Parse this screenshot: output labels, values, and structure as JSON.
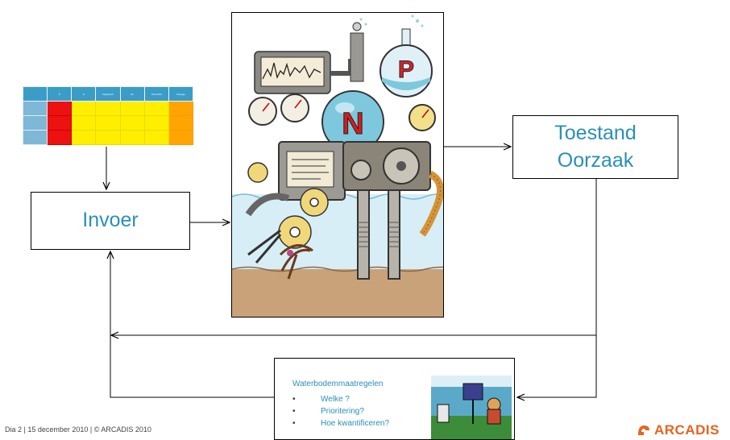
{
  "nodes": {
    "invoer": "Invoer",
    "toestand": "Toestand",
    "oorzaak": "Oorzaak"
  },
  "thumbnail_table": {
    "headers": [
      "",
      "P",
      "N",
      "Organisch",
      "Zn",
      "Doorzicht",
      "Overige"
    ],
    "rows": [
      [
        "",
        "",
        "",
        "",
        "",
        "",
        ""
      ],
      [
        "",
        "",
        "",
        "",
        "",
        "",
        ""
      ],
      [
        "",
        "",
        "",
        "",
        "",
        "",
        ""
      ]
    ]
  },
  "illustration": {
    "letter_p": "P",
    "letter_n": "N"
  },
  "measures": {
    "title": "Waterbodemmaatregelen",
    "items": [
      "Welke ?",
      "Prioritering?",
      "Hoe kwantificeren?"
    ],
    "bullet": "•"
  },
  "footer": "Dia 2  |  15 december 2010  |  © ARCADIS 2010",
  "logo": "ARCADIS",
  "colors": {
    "accent_text": "#2a8fb8",
    "logo_orange": "#e8631e",
    "table_header": "#3b9dc7",
    "red": "#ee1111",
    "yellow": "#ffee00",
    "orange": "#ffa400"
  }
}
